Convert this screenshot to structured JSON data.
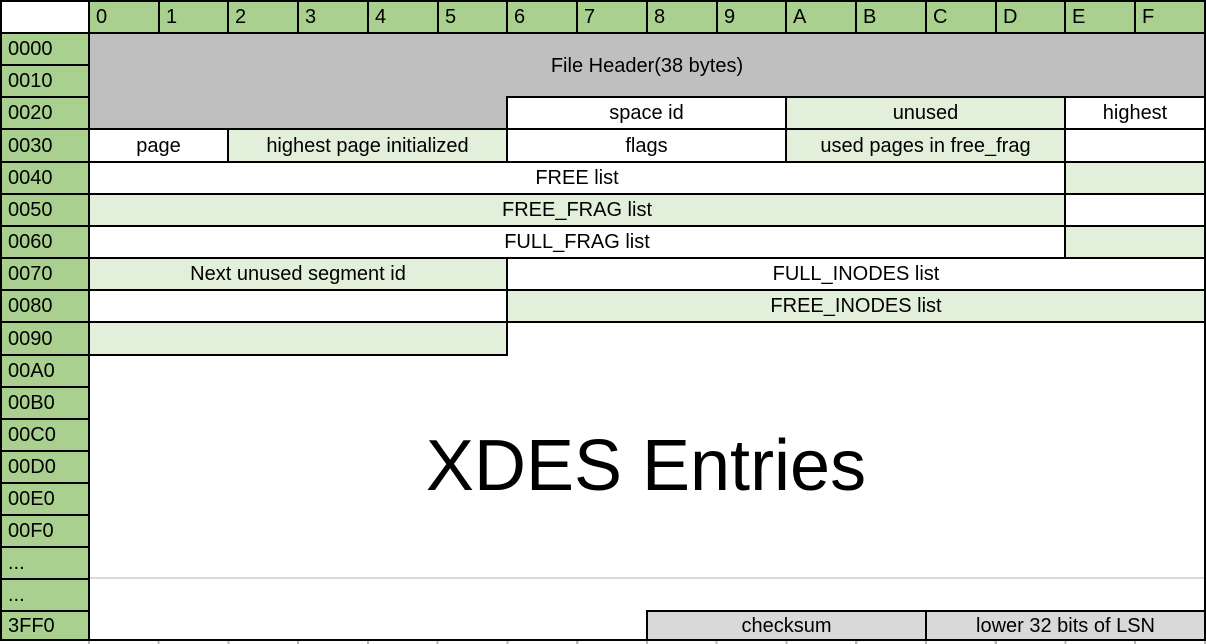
{
  "table": {
    "column_headers": [
      "0",
      "1",
      "2",
      "3",
      "4",
      "5",
      "6",
      "7",
      "8",
      "9",
      "A",
      "B",
      "C",
      "D",
      "E",
      "F"
    ],
    "row_labels": [
      "0000",
      "0010",
      "0020",
      "0030",
      "0040",
      "0050",
      "0060",
      "0070",
      "0080",
      "0090",
      "00A0",
      "00B0",
      "00C0",
      "00D0",
      "00E0",
      "00F0",
      "...",
      "...",
      "3FF0"
    ],
    "fields": {
      "file_header": "File Header(38 bytes)",
      "space_id": "space id",
      "unused": "unused",
      "highest": "highest",
      "page": "page",
      "highest_page_initialized": "highest page initialized",
      "flags": "flags",
      "used_pages_in_free_frag": "used pages in free_frag",
      "free_list": "FREE list",
      "free_frag_list": "FREE_FRAG list",
      "full_frag_list": "FULL_FRAG list",
      "next_unused_segment_id": "Next unused segment id",
      "full_inodes_list": "FULL_INODES list",
      "free_inodes_list": "FREE_INODES list",
      "xdes_entries": "XDES Entries",
      "checksum": "checksum",
      "lower_32_bits_of_lsn": "lower 32 bits of LSN"
    },
    "colors": {
      "header_green": "#a9d08e",
      "field_light_green": "#e2efda",
      "file_header_gray": "#bfbfbf",
      "trailer_gray": "#d9d9d9",
      "border_black": "#000000",
      "gridline_gray": "#d9d9d9"
    }
  }
}
